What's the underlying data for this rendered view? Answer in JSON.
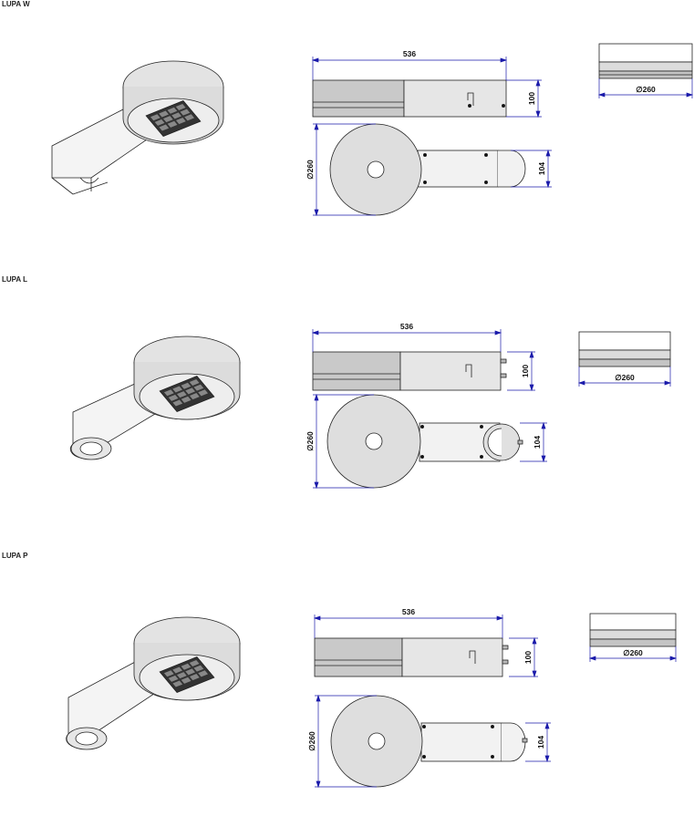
{
  "sections": [
    {
      "title": "LUPA W",
      "dims": {
        "length": "536",
        "height": "100",
        "diameter": "∅260",
        "bracket": "104",
        "top_diameter": "∅260"
      }
    },
    {
      "title": "LUPA L",
      "dims": {
        "length": "536",
        "height": "100",
        "diameter": "∅260",
        "bracket": "104",
        "top_diameter": "∅260"
      }
    },
    {
      "title": "LUPA P",
      "dims": {
        "length": "536",
        "height": "100",
        "diameter": "∅260",
        "bracket": "104",
        "top_diameter": "∅260"
      }
    }
  ],
  "colors": {
    "dimension": "#1a1aaa",
    "outline": "#222222",
    "body_fill": "#d6d6d6"
  }
}
